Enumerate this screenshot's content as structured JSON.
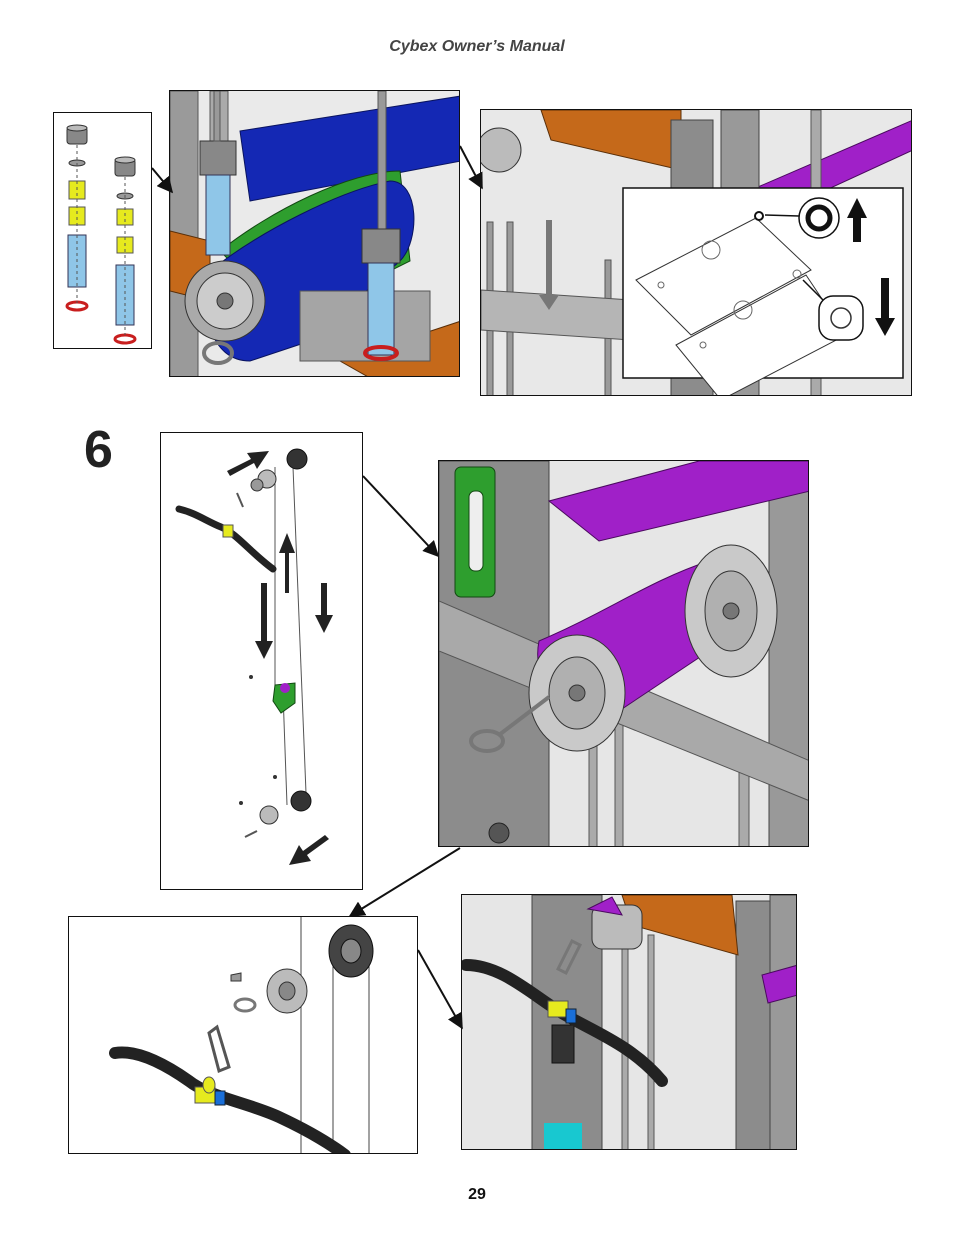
{
  "header": {
    "title": "Cybex Owner’s Manual"
  },
  "step": {
    "number": "6"
  },
  "footer": {
    "page_number": "29"
  },
  "colors": {
    "frame_gray": "#8c8c8c",
    "rail_blue": "#1428b4",
    "bracket_green": "#2e9e2e",
    "arm_orange": "#c5691a",
    "strap_magenta": "#a020c8",
    "bushing_yellow": "#e6ea1e",
    "tube_light_blue": "#8fc6e8",
    "grip_black": "#222222",
    "tag_cyan": "#18c8d0",
    "ring_red": "#c81e1e"
  }
}
